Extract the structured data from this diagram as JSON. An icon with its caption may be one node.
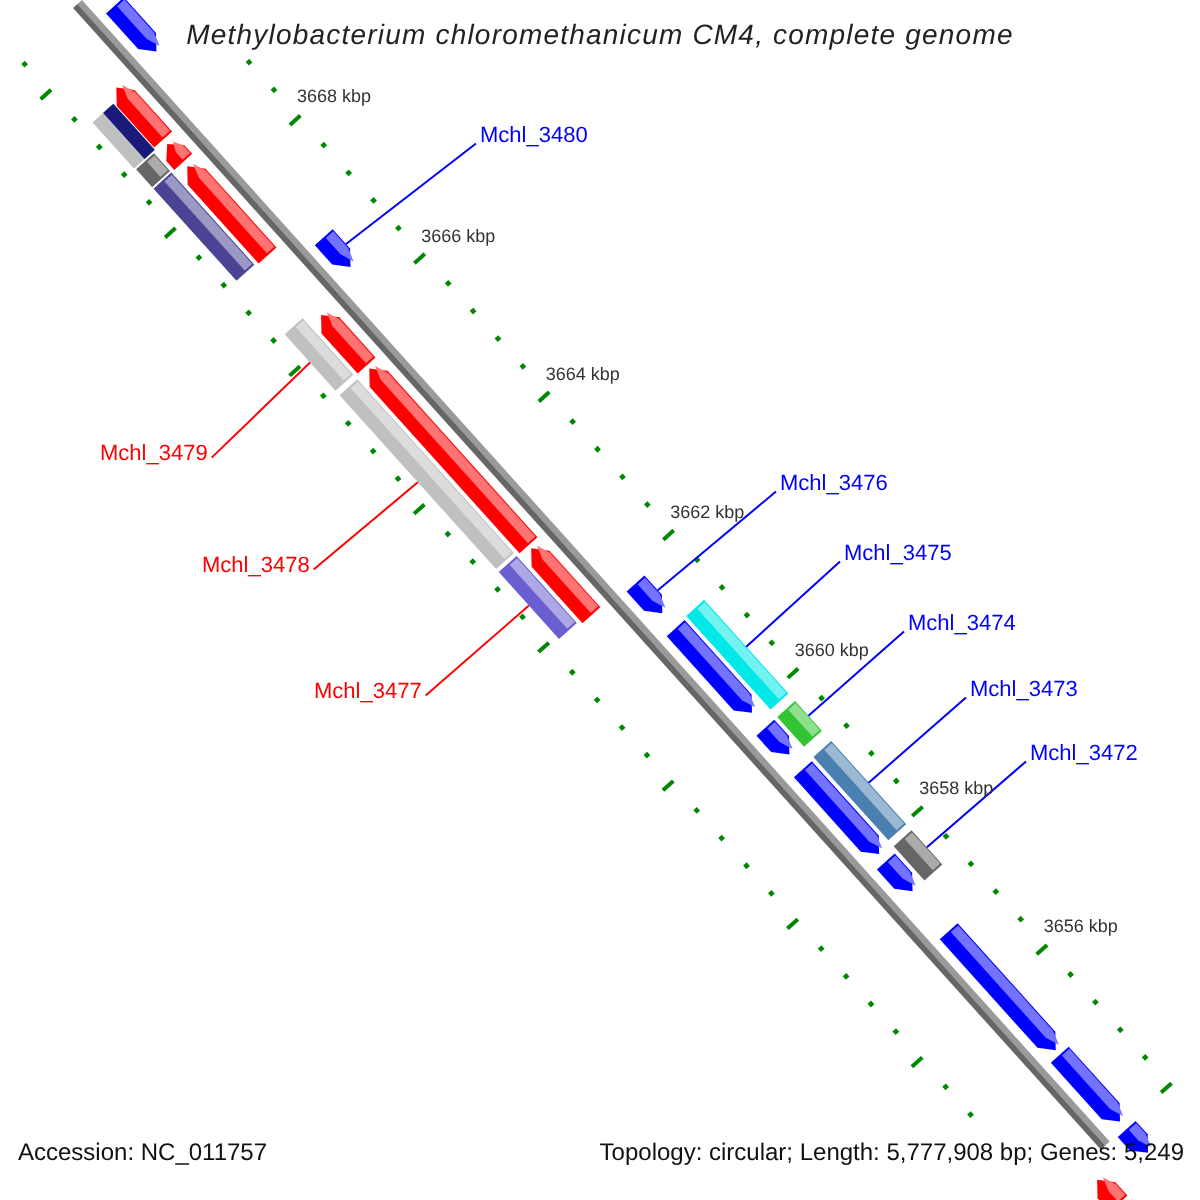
{
  "diagram": {
    "title": "Methylobacterium chloromethanicum CM4, complete genome",
    "nodes": [
      {
        "text": [
          "Mchl_3480"
        ]
      },
      {
        "text": [],
        "shape": "arrow"
      },
      {
        "text": [
          "Mchl_3479"
        ]
      },
      {
        "text": [],
        "shape": "bar"
      },
      {
        "text": [
          "Mchl_3478"
        ]
      },
      {
        "text": [],
        "shape": "bar"
      },
      {
        "text": [
          "Mchl_3477"
        ]
      },
      {
        "text": [],
        "shape": "bar"
      },
      {
        "text": [
          "Mchl_3476"
        ]
      },
      {
        "text": [],
        "shape": "arrow"
      },
      {
        "text": [
          "Mchl_3475"
        ]
      },
      {
        "text": [],
        "shape": "bar"
      },
      {
        "text": [
          "Mchl_3474"
        ]
      },
      {
        "text": [],
        "shape": "bar"
      },
      {
        "text": [
          "Mchl_3473"
        ]
      },
      {
        "text": [],
        "shape": "bar"
      },
      {
        "text": [
          "Mchl_3472"
        ]
      },
      {
        "text": [],
        "shape": "bar"
      },
      {
        "text": [],
        "shape": "arrow"
      },
      {
        "text": [],
        "shape": "arrow"
      },
      {
        "text": [],
        "shape": "bar"
      },
      {
        "text": [],
        "shape": "bar"
      },
      {
        "text": [],
        "shape": "bar"
      },
      {
        "text": [],
        "shape": "arrow"
      },
      {
        "text": [],
        "shape": "bar"
      },
      {
        "text": [],
        "shape": "arrow"
      },
      {
        "text": [],
        "shape": "arrow"
      },
      {
        "text": [],
        "shape": "arrow"
      },
      {
        "text": [],
        "shape": "arrow"
      },
      {
        "text": [],
        "shape": "arrow"
      },
      {
        "text": [],
        "shape": "arrow"
      },
      {
        "text": [],
        "shape": "arrow"
      },
      {
        "text": [],
        "shape": "arrow"
      },
      {
        "text": [],
        "shape": "arrow"
      },
      {
        "text": [],
        "shape": "arrow"
      },
      {
        "text": [],
        "shape": "arrow"
      },
      {
        "text": [],
        "shape": "arrow"
      }
    ],
    "edges": [
      {
        "from": 0,
        "to": 1,
        "arrow": "none"
      },
      {
        "from": 2,
        "to": 3,
        "arrow": "none",
        "color": "#ff0000"
      },
      {
        "from": 4,
        "to": 5,
        "arrow": "none",
        "color": "#ff0000"
      },
      {
        "from": 6,
        "to": 7,
        "arrow": "none",
        "color": "#ff0000"
      },
      {
        "from": 8,
        "to": 9,
        "arrow": "none"
      },
      {
        "from": 10,
        "to": 11,
        "arrow": "none"
      },
      {
        "from": 12,
        "to": 13,
        "arrow": "none"
      },
      {
        "from": 14,
        "to": 15,
        "arrow": "none"
      },
      {
        "from": 16,
        "to": 17,
        "arrow": "none"
      }
    ],
    "labels": [
      "3668 kbp",
      "3666 kbp",
      "3664 kbp",
      "3662 kbp",
      "3660 kbp",
      "3658 kbp",
      "3656 kbp",
      "Accession: NC_011757",
      "Topology: circular; Length: 5,777,908 bp; Genes: 5,249"
    ]
  }
}
